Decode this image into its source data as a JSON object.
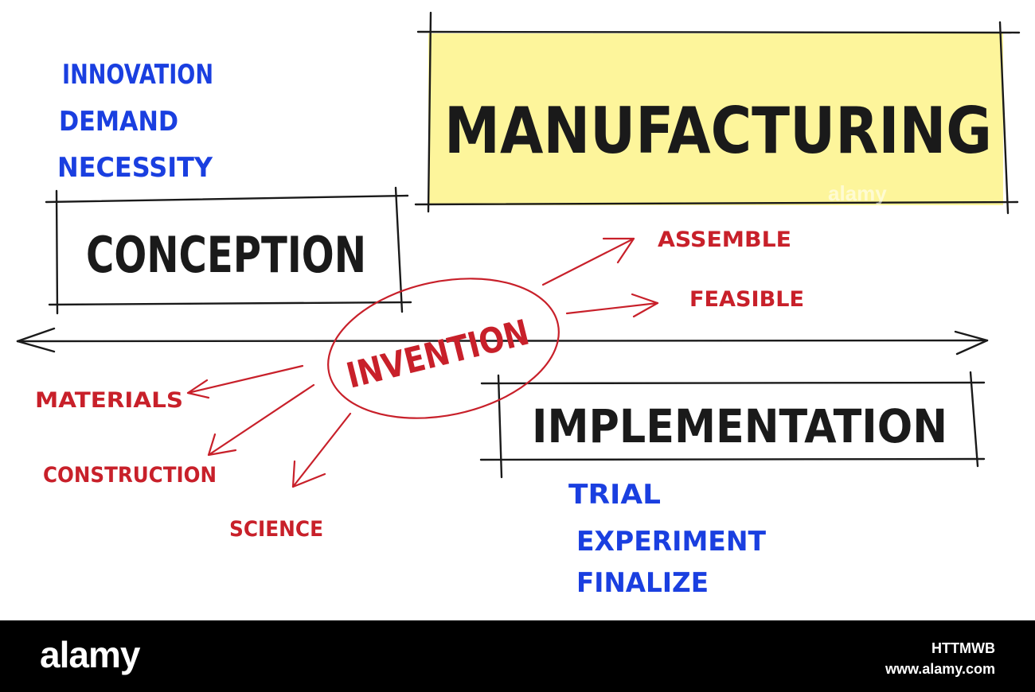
{
  "diagram": {
    "titles": {
      "manufacturing": "MANUFACTURING",
      "conception": "CONCEPTION",
      "implementation": "IMPLEMENTATION",
      "invention": "INVENTION"
    },
    "conception_words": [
      "INNOVATION",
      "DEMAND",
      "NECESSITY"
    ],
    "implementation_words": [
      "TRIAL",
      "EXPERIMENT",
      "FINALIZE"
    ],
    "invention_outputs": [
      "ASSEMBLE",
      "FEASIBLE"
    ],
    "invention_inputs": [
      "MATERIALS",
      "CONSTRUCTION",
      "SCIENCE"
    ]
  },
  "colors": {
    "highlight": "#fdf59b",
    "blue_text": "#1a3fe0",
    "red_text": "#c8202a",
    "ink": "#1a1a1a"
  },
  "footer": {
    "logo": "alamy",
    "image_id": "HTTMWB",
    "site": "www.alamy.com"
  },
  "watermark": "alamy"
}
